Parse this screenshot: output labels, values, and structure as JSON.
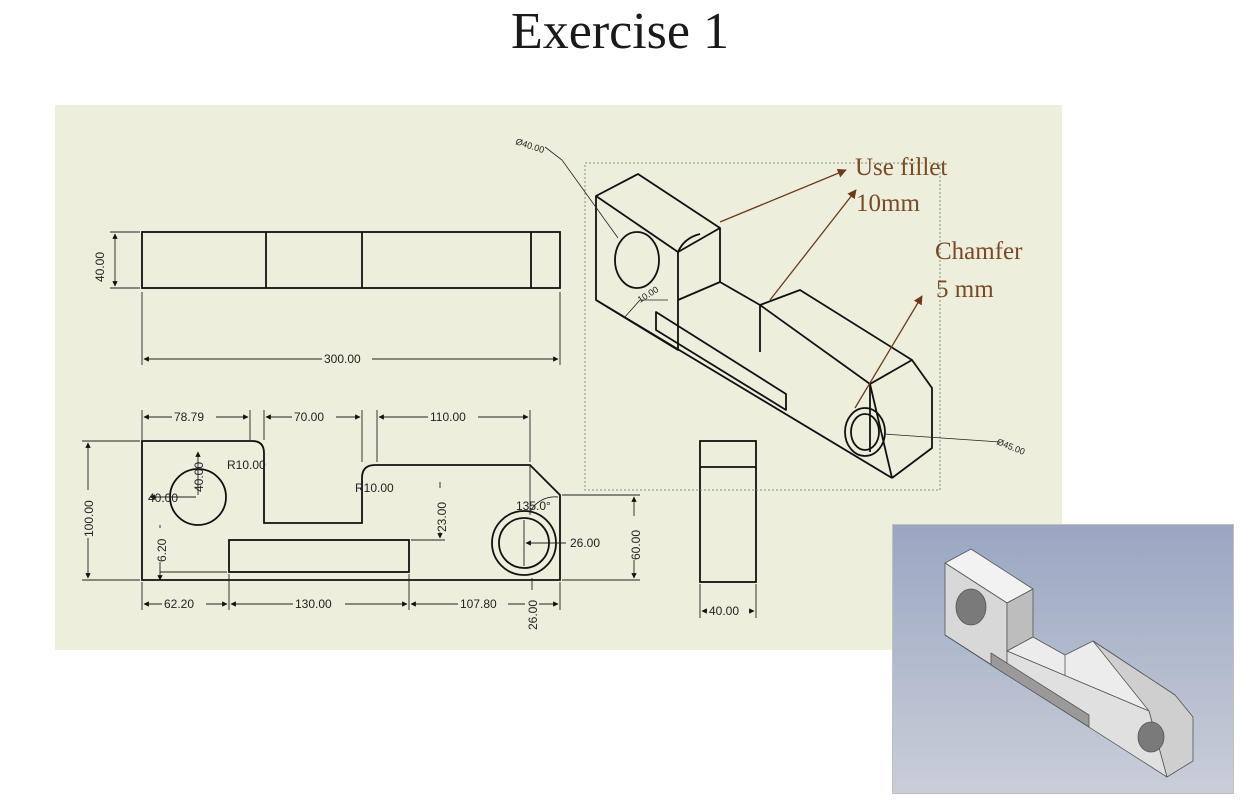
{
  "title": "Exercise 1",
  "dimensions": {
    "top_height": "40.00",
    "top_length": "300.00",
    "d_78_79": "78.79",
    "d_70": "70.00",
    "d_110": "110.00",
    "height_100": "100.00",
    "hole_40": "40.00",
    "hole_40_v": "40.00",
    "r10_a": "R10.00",
    "r10_b": "R10.00",
    "d_23": "23.00",
    "angle": "135.0°",
    "d_26_h": "26.00",
    "d_60": "60.00",
    "d_6_20": "6.20",
    "d_62_20": "62.20",
    "d_130": "130.00",
    "d_107_80": "107.80",
    "d_26_v": "26.00",
    "side_40": "40.00",
    "iso_dia_40": "Ø40.00",
    "iso_10": "10.00",
    "iso_dia_45": "Ø45.00"
  },
  "notes": {
    "fillet_line1": "Use fillet",
    "fillet_line2": "10mm",
    "chamfer_line1": "Chamfer",
    "chamfer_line2": "5 mm"
  },
  "colors": {
    "sheet": "#eeeedd",
    "line": "#111111",
    "note": "#7a4a26",
    "render_bg": "#a7b1c8"
  }
}
